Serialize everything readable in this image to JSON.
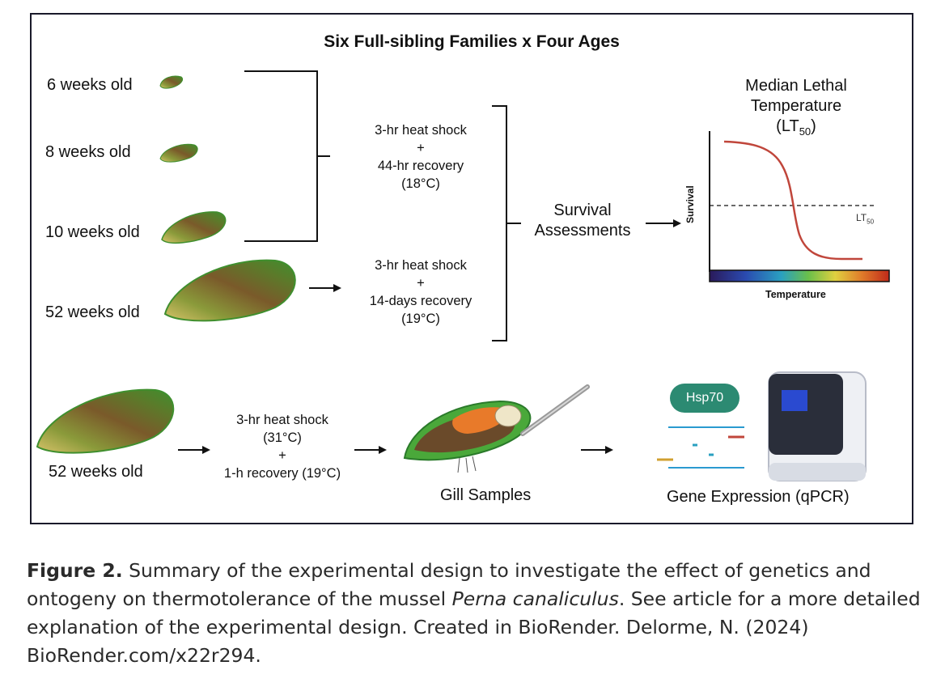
{
  "title": "Six Full-sibling Families x Four Ages",
  "ages": {
    "w6": "6 weeks old",
    "w8": "8 weeks old",
    "w10": "10 weeks old",
    "w52a": "52 weeks old",
    "w52b": "52 weeks old"
  },
  "treatment_juvenile": {
    "line1": "3-hr heat shock",
    "plus": "+",
    "line3": "44-hr recovery",
    "line4": "(18°C)"
  },
  "treatment_adult": {
    "line1": "3-hr heat shock",
    "plus": "+",
    "line3": "14-days recovery",
    "line4": "(19°C)"
  },
  "treatment_gene": {
    "line1": "3-hr heat shock",
    "line2": "(31°C)",
    "plus": "+",
    "line4": "1-h recovery (19°C)"
  },
  "survival": {
    "line1": "Survival",
    "line2": "Assessments"
  },
  "lt50_chart": {
    "title_line1": "Median Lethal",
    "title_line2": "Temperature",
    "title_line3": "(LT",
    "title_sub": "50",
    "title_close": ")",
    "ylabel": "Survival",
    "xlabel": "Temperature",
    "marker_label": "LT",
    "marker_sub": "50"
  },
  "gill_label": "Gill Samples",
  "gene_label": "Gene Expression (qPCR)",
  "hsp_label": "Hsp70",
  "caption": {
    "fig_label": "Figure 2.",
    "text_before_italic": " Summary of the experimental design to investigate the effect of genetics and ontogeny on thermotolerance of the mussel ",
    "italic": "Perna canaliculus",
    "text_after_italic": ". See article for a more detailed explanation of the experimental design. Created in BioRender. Delorme, N. (2024) BioRender.com/x22r294."
  },
  "colors": {
    "frame": "#1a1a2a",
    "curve": "#c0463b",
    "hsp_badge": "#2c8a72",
    "mussel_green": "#3f8f2e",
    "mussel_brown": "#7a5a2a"
  }
}
